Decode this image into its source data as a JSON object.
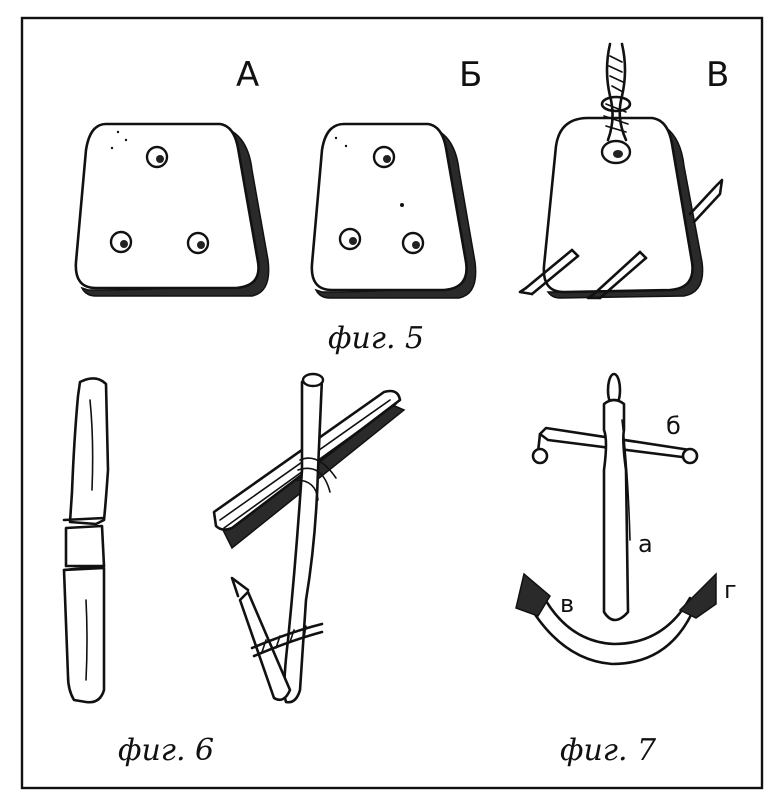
{
  "figure5": {
    "caption": "фиг. 5",
    "panel_a_label": "А",
    "panel_b_label": "Б",
    "panel_v_label": "В"
  },
  "figure6": {
    "caption": "фиг. 6"
  },
  "figure7": {
    "caption": "фиг. 7",
    "part_a": "а",
    "part_b": "б",
    "part_v": "в",
    "part_g": "г"
  }
}
